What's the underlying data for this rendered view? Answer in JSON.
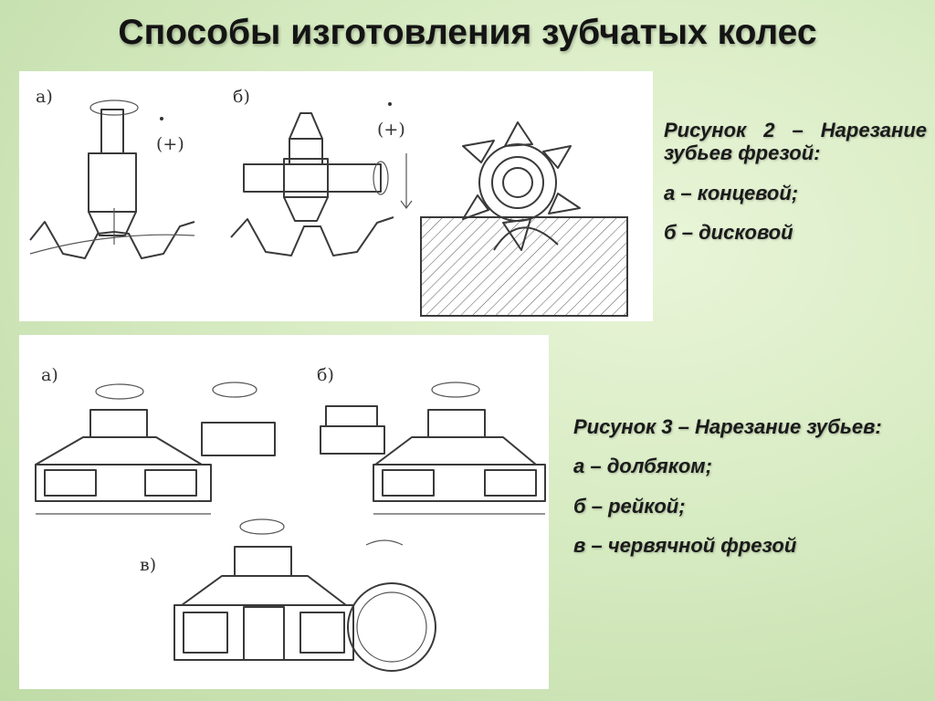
{
  "slide": {
    "title": "Способы изготовления зубчатых колес"
  },
  "figure2": {
    "label_a": "а)",
    "label_b": "б)",
    "plus_a": "(+)",
    "plus_b": "(+)"
  },
  "figure3": {
    "label_a": "а)",
    "label_b": "б)",
    "label_v": "в)"
  },
  "caption2": {
    "heading": "Рисунок 2 – Нарезание зубьев фрезой:",
    "item_a": "а – концевой;",
    "item_b": "б – дисковой"
  },
  "caption3": {
    "heading": "Рисунок 3 – Нарезание зубьев:",
    "item_a": "а – долбяком;",
    "item_b": "б – рейкой;",
    "item_v": "в – червячной фрезой"
  }
}
